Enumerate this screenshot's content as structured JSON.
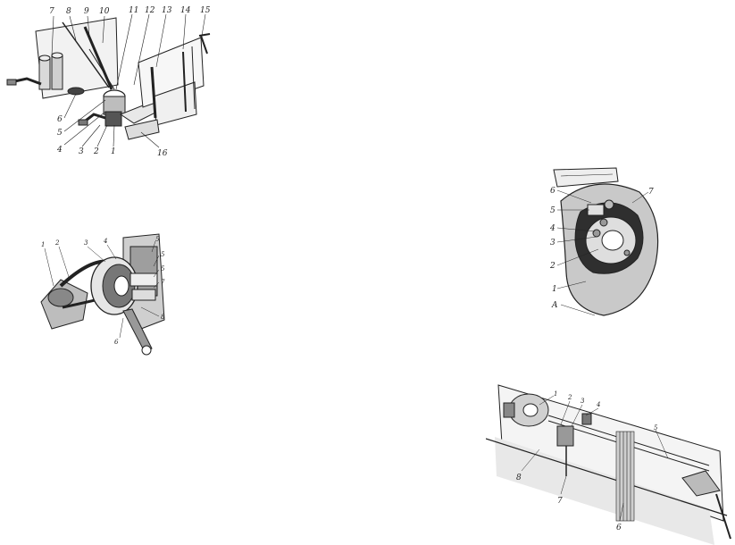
{
  "figures": {
    "mechanism": {
      "labels": [
        "7",
        "8",
        "9",
        "10",
        "11",
        "12",
        "13",
        "14",
        "15",
        "6",
        "5",
        "4",
        "3",
        "2",
        "1",
        "16"
      ]
    },
    "pulley_assembly": {
      "labels": [
        "1",
        "2",
        "3",
        "4",
        "5",
        "5",
        "5",
        "7",
        "8",
        "6"
      ]
    },
    "round_housing": {
      "labels": [
        "6",
        "5",
        "4",
        "3",
        "2",
        "1",
        "A",
        "7"
      ]
    },
    "door_drive": {
      "labels": [
        "1",
        "2",
        "3",
        "4",
        "5",
        "8",
        "7",
        "6"
      ]
    }
  }
}
